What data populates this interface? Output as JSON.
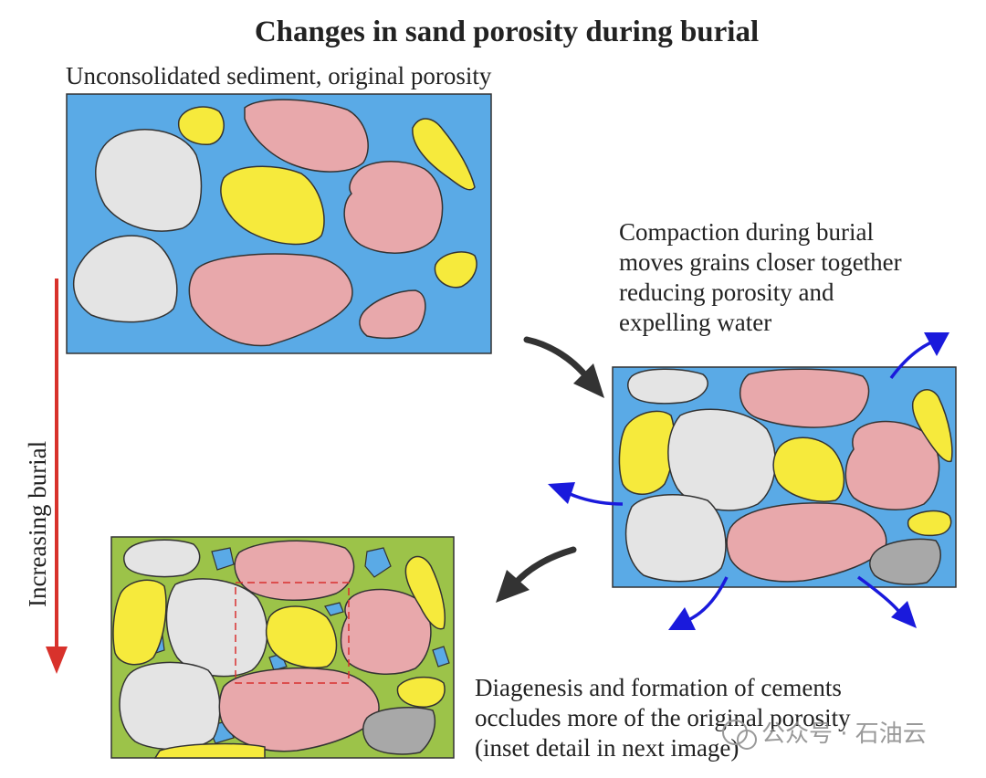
{
  "title": "Changes in sand porosity during burial",
  "captions": {
    "top": "Unconsolidated sediment, original porosity",
    "compaction": [
      "Compaction during burial",
      "moves grains closer together",
      "reducing porosity and",
      "expelling water"
    ],
    "diagenesis": [
      "Diagenesis and formation of cements",
      "occludes more of the original porosity",
      "(inset detail in next image)"
    ],
    "axis": "Increasing burial"
  },
  "watermark": "公众号 · 石油云",
  "colors": {
    "water": "#5aaae6",
    "cement": "#9cc349",
    "quartz": "#e4e4e4",
    "feldspar": "#e8a8ab",
    "lithic": "#f6ea3c",
    "rock_fragment": "#a8a8a8",
    "burial_arrow": "#d8322c",
    "flow_arrow": "#1a1adc",
    "process_arrow": "#333333",
    "inset_box": "#d83030"
  }
}
